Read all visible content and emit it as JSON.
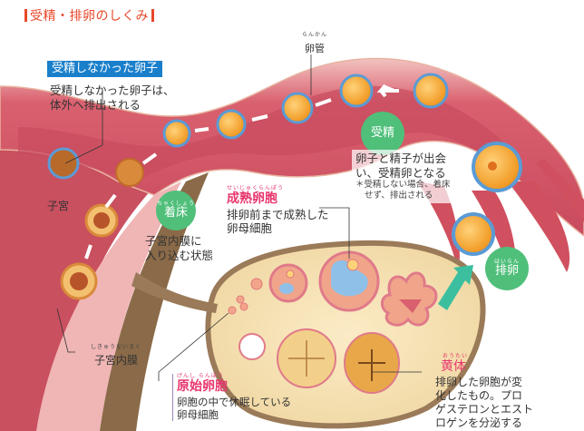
{
  "title": "受精・排卵のしくみ",
  "colors": {
    "title_accent": "#e8472a",
    "tag_blue": "#1a7fcb",
    "badge_green": "#4fbf7a",
    "heading_pink": "#e8366d",
    "tube_pink": "#d9606e",
    "ovary_cream": "#f6e3b8"
  },
  "labels": {
    "unfertilized": {
      "tag": "受精しなかった卵子",
      "text_line1": "受精しなかった卵子は、",
      "text_line2": "体外へ排出される"
    },
    "oviduct": {
      "ruby": "らんかん",
      "text": "卵管"
    },
    "fertilization": {
      "badge": "受精",
      "text_line1": "卵子と精子が出会",
      "text_line2": "い、受精卵となる",
      "note_line1": "＊受精しない場合、着床",
      "note_line2": "せず、排出される"
    },
    "implantation": {
      "badge_ruby": "ちゃくしょう",
      "badge": "着床",
      "text_line1": "子宮内膜に",
      "text_line2": "入り込む状態"
    },
    "uterus": {
      "text": "子宮"
    },
    "endometrium": {
      "ruby": "しきゅうないまく",
      "text": "子宮内膜"
    },
    "mature_follicle": {
      "ruby": "せいじゅくらんぽう",
      "heading": "成熟卵胞",
      "text_line1": "排卵前まで成熟した",
      "text_line2": "卵母細胞"
    },
    "ovulation": {
      "badge_ruby": "はいらん",
      "badge": "排卵"
    },
    "primordial_follicle": {
      "ruby": "げんし らんぽう",
      "heading": "原始卵胞",
      "text_line1": "卵胞の中で休眠している",
      "text_line2": "卵母細胞"
    },
    "corpus_luteum": {
      "ruby": "おうたい",
      "heading": "黄体",
      "text_line1": "排卵した卵胞が変",
      "text_line2": "化したもの。プロ",
      "text_line3": "ゲステロンとエスト",
      "text_line4": "ロゲンを分泌する"
    }
  }
}
